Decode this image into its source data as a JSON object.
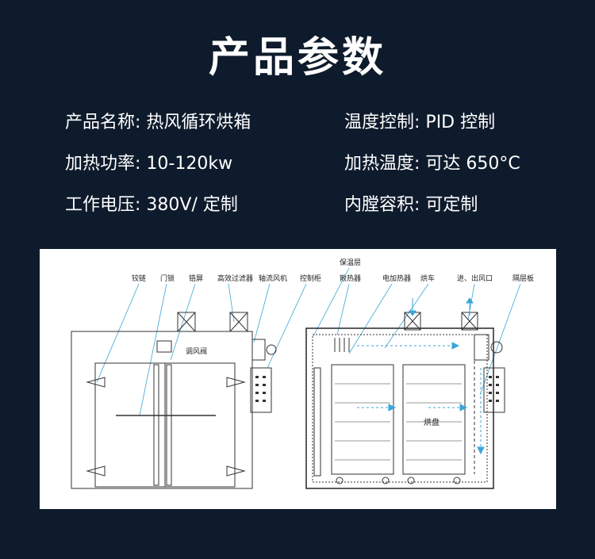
{
  "title": "产品参数",
  "specs": [
    {
      "label": "产品名称",
      "value": "热风循环烘箱"
    },
    {
      "label": "温度控制",
      "value": "PID 控制"
    },
    {
      "label": "加热功率",
      "value": "10-120kw"
    },
    {
      "label": "加热温度",
      "value": "可达 650°C"
    },
    {
      "label": "工作电压",
      "value": "380V/ 定制"
    },
    {
      "label": "内膛容积",
      "value": "可定制"
    }
  ],
  "diagram": {
    "labels": {
      "hinge": "铰链",
      "door_lock": "门锁",
      "baffle": "锆屏",
      "hepa_filter": "高效过滤器",
      "axial_fan": "轴流风机",
      "control_cabinet": "控制柜",
      "insulation": "保温层",
      "heat_sink": "散热器",
      "electric_heater": "电加热器",
      "cart": "烘车",
      "air_inlet_outlet": "进、出风口",
      "partition": "隔层板",
      "damper": "调风阀",
      "tray": "烘盘"
    }
  },
  "colors": {
    "background": "#0e1b2c",
    "text": "#ffffff",
    "leader_line": "#3aa6d8",
    "drawing_line": "#333333"
  }
}
